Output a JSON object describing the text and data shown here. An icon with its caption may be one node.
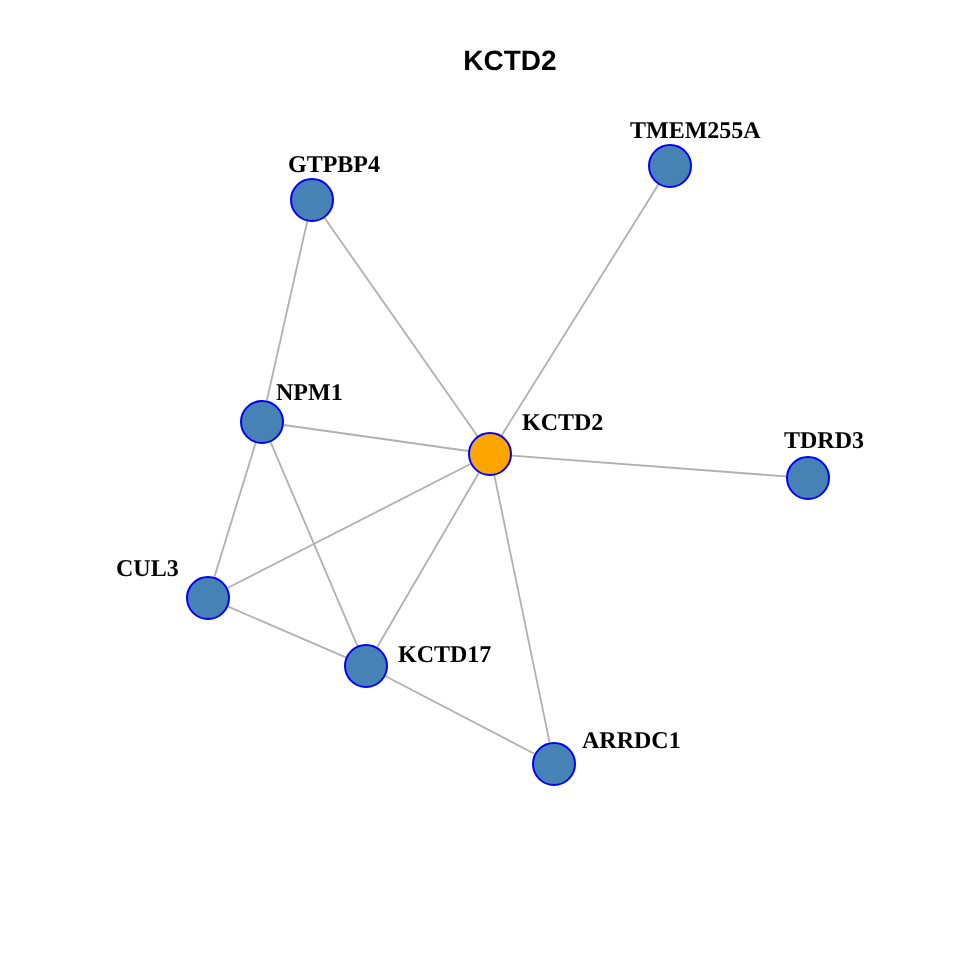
{
  "diagram": {
    "title": "KCTD2",
    "nodes": [
      {
        "text": [
          "TMEM255A"
        ]
      },
      {
        "text": [
          "GTPBP4"
        ]
      },
      {
        "text": [
          "NPM1"
        ]
      },
      {
        "text": [
          "KCTD2"
        ]
      },
      {
        "text": [
          "TDRD3"
        ]
      },
      {
        "text": [
          "CUL3"
        ]
      },
      {
        "text": [
          "KCTD17"
        ]
      },
      {
        "text": [
          "ARRDC1"
        ]
      }
    ],
    "edges": [
      {
        "from": 1,
        "to": 3,
        "arrow": "none"
      },
      {
        "from": 0,
        "to": 3,
        "arrow": "none"
      },
      {
        "from": 1,
        "to": 2,
        "arrow": "none"
      },
      {
        "from": 2,
        "to": 3,
        "arrow": "none"
      },
      {
        "from": 3,
        "to": 4,
        "arrow": "none"
      },
      {
        "from": 2,
        "to": 5,
        "arrow": "none"
      },
      {
        "from": 2,
        "to": 6,
        "arrow": "none"
      },
      {
        "from": 3,
        "to": 5,
        "arrow": "none"
      },
      {
        "from": 3,
        "to": 6,
        "arrow": "none"
      },
      {
        "from": 3,
        "to": 7,
        "arrow": "none"
      },
      {
        "from": 5,
        "to": 6,
        "arrow": "none"
      },
      {
        "from": 6,
        "to": 7,
        "arrow": "none"
      }
    ]
  }
}
